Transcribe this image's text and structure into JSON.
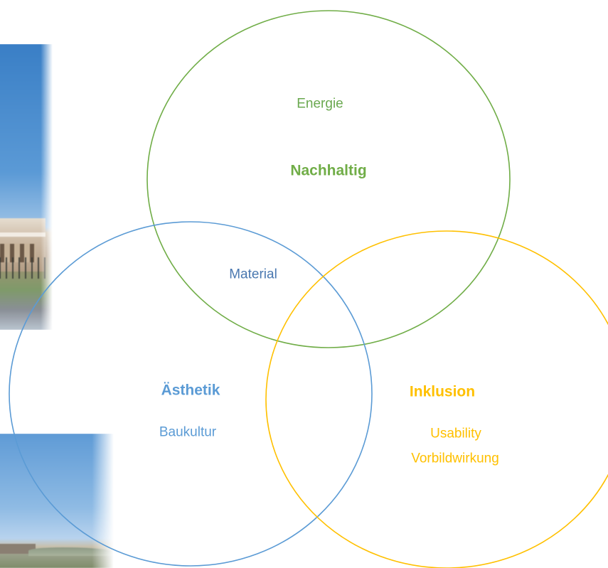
{
  "diagram": {
    "circles": [
      {
        "id": "nachhaltig",
        "color": "#70ad47"
      },
      {
        "id": "aesthetik",
        "color": "#5b9bd5"
      },
      {
        "id": "inklusion",
        "color": "#ffc000"
      }
    ],
    "labels": {
      "energie": "Energie",
      "nachhaltig": "Nachhaltig",
      "material": "Material",
      "aesthetik": "Ästhetik",
      "baukultur": "Baukultur",
      "inklusion": "Inklusion",
      "usability": "Usability",
      "vorbildwirkung": "Vorbildwirkung"
    }
  },
  "colors": {
    "green": "#70ad47",
    "blue": "#5b9bd5",
    "yellow": "#ffc000"
  },
  "images": [
    {
      "name": "building-photo-top",
      "subject": "building photo"
    },
    {
      "name": "building-photo-bottom",
      "subject": "building photo"
    }
  ]
}
